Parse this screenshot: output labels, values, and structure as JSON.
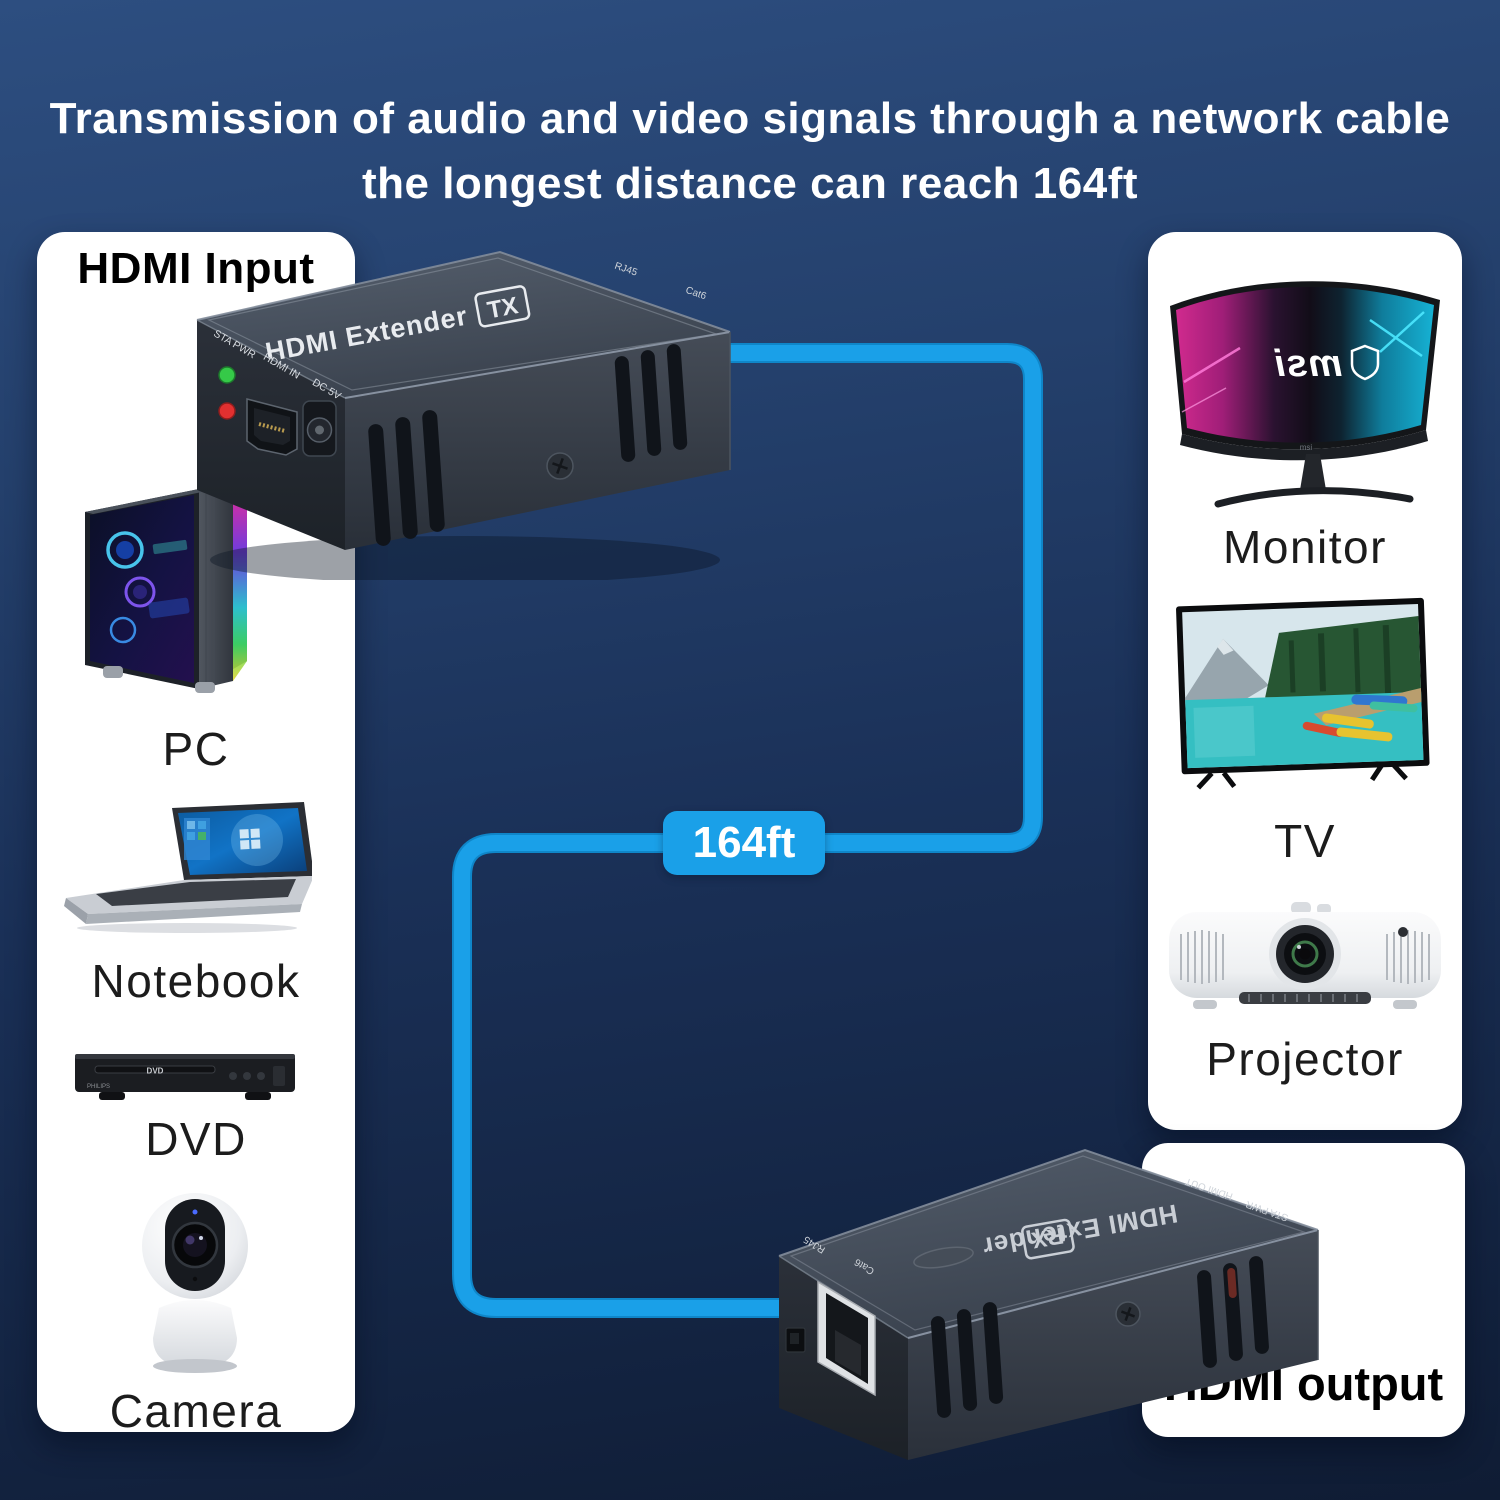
{
  "title": {
    "line1": "Transmission of audio and video signals through a network cable",
    "line2": "the longest distance can reach 164ft"
  },
  "cable": {
    "length_label": "164ft",
    "color": "#1aa0e8"
  },
  "source_panel": {
    "heading": "HDMI Input",
    "devices": [
      {
        "label": "PC"
      },
      {
        "label": "Notebook"
      },
      {
        "label": "DVD"
      },
      {
        "label": "Camera"
      }
    ]
  },
  "display_panel": {
    "devices": [
      {
        "label": "Monitor"
      },
      {
        "label": "TV"
      },
      {
        "label": "Projector"
      }
    ]
  },
  "output_panel": {
    "heading": "HDMI output"
  },
  "tx_device": {
    "model": "HDMI Extender",
    "badge": "TX",
    "front_labels": [
      "STA PWR",
      "HDMI IN",
      "DC 5V"
    ],
    "edge_labels": [
      "RJ45",
      "Cat6"
    ]
  },
  "rx_device": {
    "model": "HDMI Extender",
    "badge": "RX",
    "edge_labels": [
      "HDMI OUT",
      "STA PWR",
      "RJ45",
      "Cat6"
    ]
  },
  "brands": {
    "monitor_screen": "msi",
    "dvd_logo": "DVD",
    "dvd_brand": "PHILIPS"
  }
}
